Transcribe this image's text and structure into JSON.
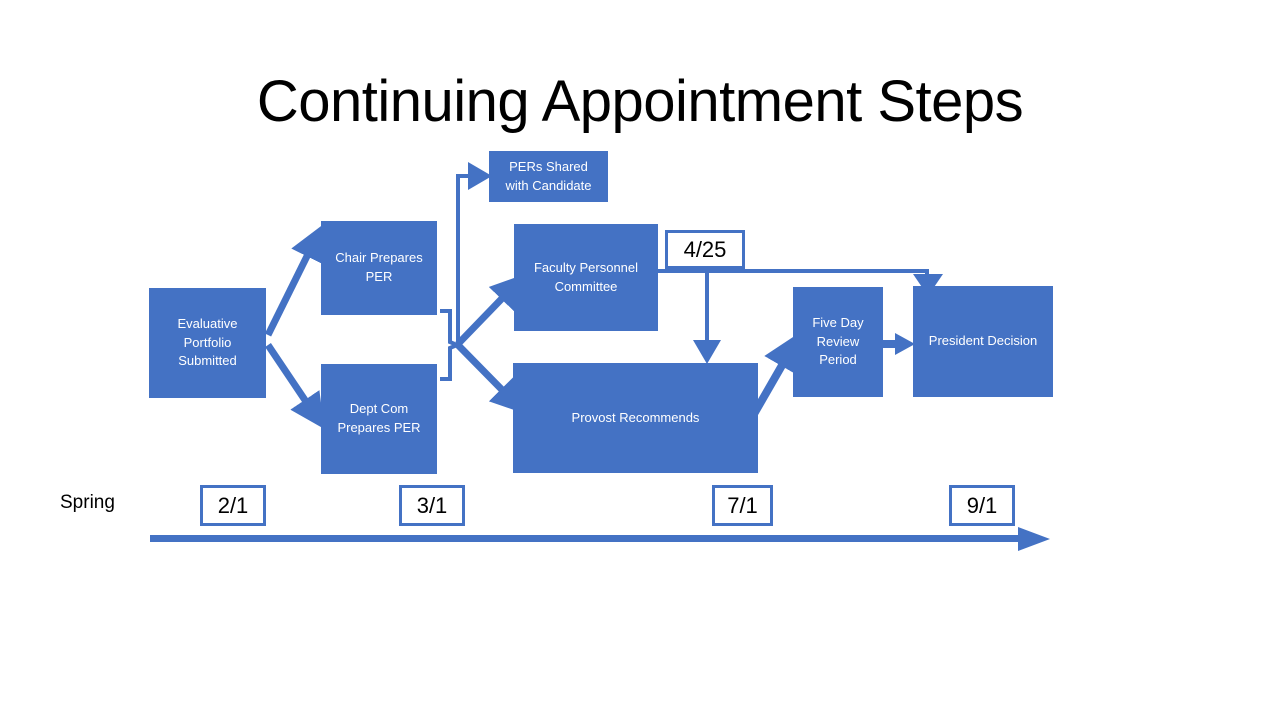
{
  "slide": {
    "title": "Continuing Appointment Steps",
    "background_color": "#FFFFFF",
    "accent_color": "#4472C4",
    "box_text_color": "#FFFFFF",
    "title_color": "#000000"
  },
  "process_boxes": [
    {
      "id": "evaluative-portfolio",
      "label": "Evaluative\nPortfolio\nSubmitted"
    },
    {
      "id": "chair-prepares-per",
      "label": "Chair Prepares\nPER"
    },
    {
      "id": "dept-com-prepares-per",
      "label": "Dept Com\nPrepares PER"
    },
    {
      "id": "pers-shared",
      "label": "PERs Shared\nwith Candidate"
    },
    {
      "id": "faculty-personnel-committee",
      "label": "Faculty Personnel\nCommittee"
    },
    {
      "id": "provost-recommends",
      "label": "Provost Recommends"
    },
    {
      "id": "five-day-review",
      "label": "Five Day\nReview\nPeriod"
    },
    {
      "id": "president-decision",
      "label": "President Decision"
    }
  ],
  "callout": {
    "id": "callout-425",
    "label": "4/25"
  },
  "timeline": {
    "season_label": "Spring",
    "milestones": [
      {
        "id": "date-2-1",
        "label": "2/1"
      },
      {
        "id": "date-3-1",
        "label": "3/1"
      },
      {
        "id": "date-7-1",
        "label": "7/1"
      },
      {
        "id": "date-9-1",
        "label": "9/1"
      }
    ]
  },
  "connectors": [
    {
      "id": "portfolio-to-chair",
      "kind": "arrow"
    },
    {
      "id": "portfolio-to-dept-com",
      "kind": "arrow"
    },
    {
      "id": "per-bracket",
      "kind": "bracket"
    },
    {
      "id": "bracket-to-pers-shared",
      "kind": "elbow-arrow"
    },
    {
      "id": "bracket-to-fpc",
      "kind": "arrow"
    },
    {
      "id": "bracket-to-provost",
      "kind": "arrow"
    },
    {
      "id": "fpc-to-provost",
      "kind": "arrow"
    },
    {
      "id": "fpc-to-president",
      "kind": "elbow-arrow"
    },
    {
      "id": "provost-to-five-day",
      "kind": "arrow"
    },
    {
      "id": "five-day-to-president",
      "kind": "arrow"
    },
    {
      "id": "timeline-axis",
      "kind": "arrow"
    }
  ]
}
